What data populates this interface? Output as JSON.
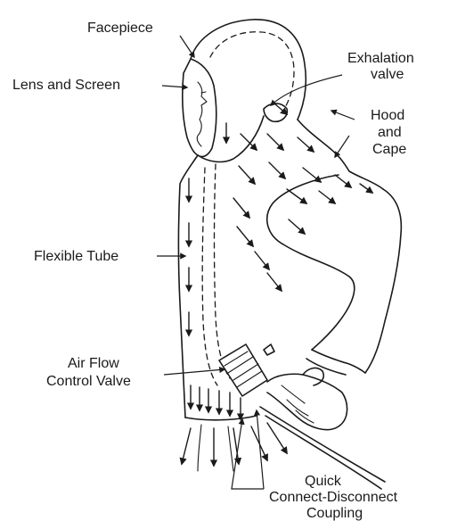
{
  "labels": {
    "facepiece": "Facepiece",
    "lens_and_screen": "Lens and Screen",
    "exhalation_valve_line1": "Exhalation",
    "exhalation_valve_line2": "valve",
    "hood_and_cape_line1": "Hood",
    "hood_and_cape_line2": "and",
    "hood_and_cape_line3": "Cape",
    "flexible_tube": "Flexible Tube",
    "air_flow_control_valve_line1": "Air Flow",
    "air_flow_control_valve_line2": "Control Valve",
    "quick_connect_line1": "Quick",
    "quick_connect_line2": "Connect-Disconnect",
    "quick_connect_line3": "Coupling"
  },
  "colors": {
    "ink": "#1a1a1a",
    "background": "#ffffff"
  }
}
